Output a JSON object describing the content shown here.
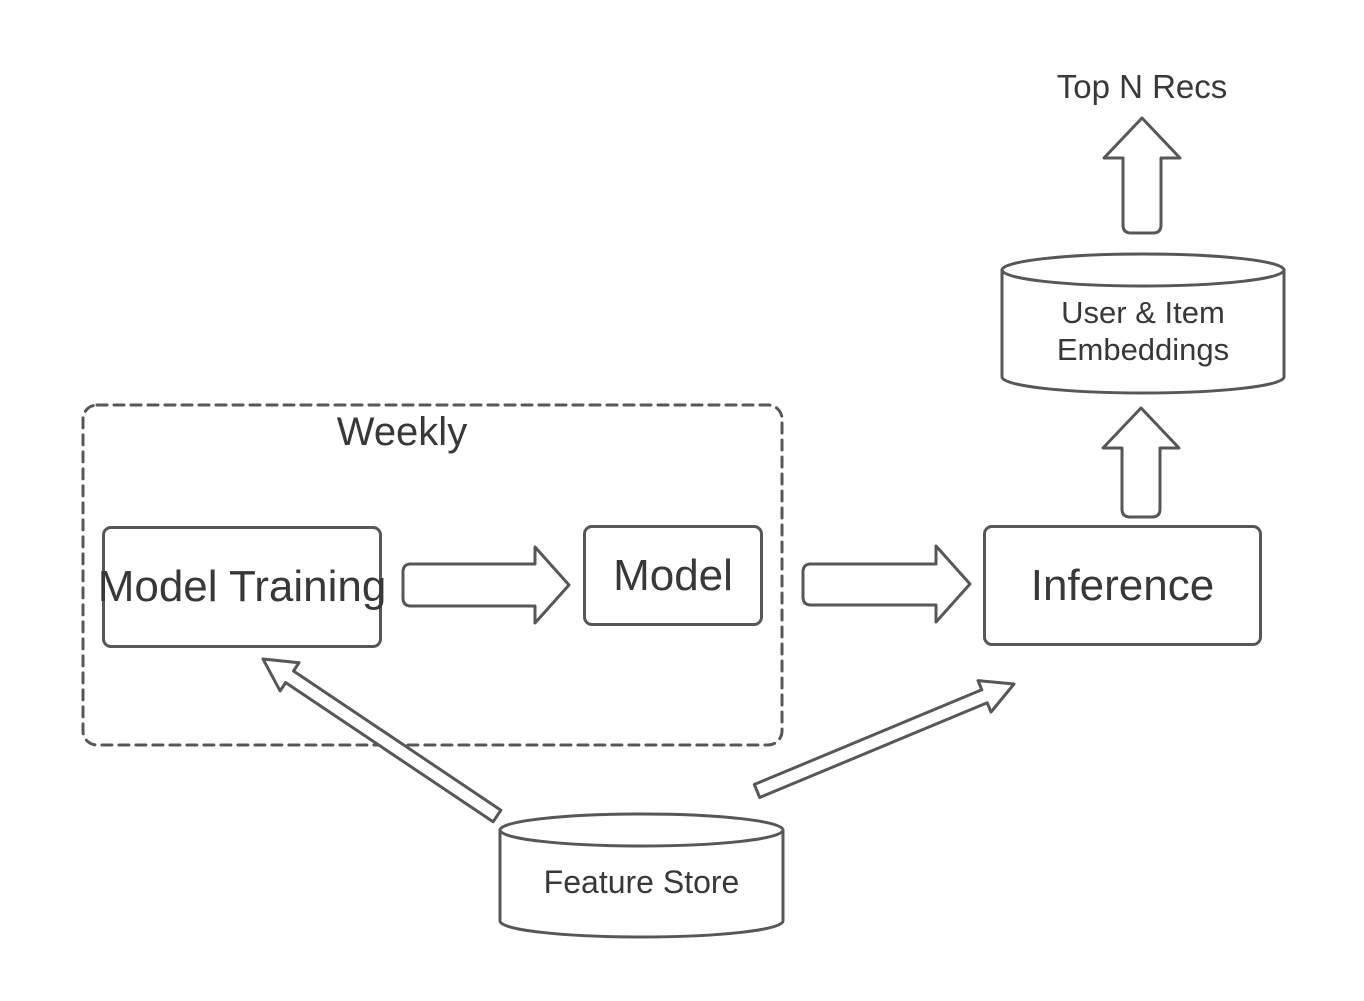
{
  "weekly_group": {
    "label": "Weekly"
  },
  "nodes": {
    "top_n_recs": {
      "label": "Top N Recs"
    },
    "user_item_embeddings": {
      "shape": "cylinder",
      "line1": "User & Item",
      "line2": "Embeddings"
    },
    "inference": {
      "shape": "rectangle",
      "label": "Inference"
    },
    "model_training": {
      "shape": "rectangle",
      "label": "Model Training"
    },
    "model": {
      "shape": "rectangle",
      "label": "Model"
    },
    "feature_store": {
      "shape": "cylinder",
      "label": "Feature Store"
    }
  },
  "connectors": [
    {
      "name": "model-training-to-model",
      "type": "block-arrow",
      "direction": "right"
    },
    {
      "name": "model-to-inference",
      "type": "block-arrow",
      "direction": "right"
    },
    {
      "name": "inference-to-embeddings",
      "type": "block-arrow",
      "direction": "up"
    },
    {
      "name": "embeddings-to-top-n-recs",
      "type": "block-arrow",
      "direction": "up"
    },
    {
      "name": "feature-store-to-model-training",
      "type": "thin-block-arrow",
      "direction": "up-left"
    },
    {
      "name": "feature-store-to-inference",
      "type": "thin-block-arrow",
      "direction": "up-right"
    }
  ],
  "colors": {
    "background": "#ffffff",
    "stroke": "#575757",
    "text": "#383838",
    "fill": "#ffffff"
  }
}
